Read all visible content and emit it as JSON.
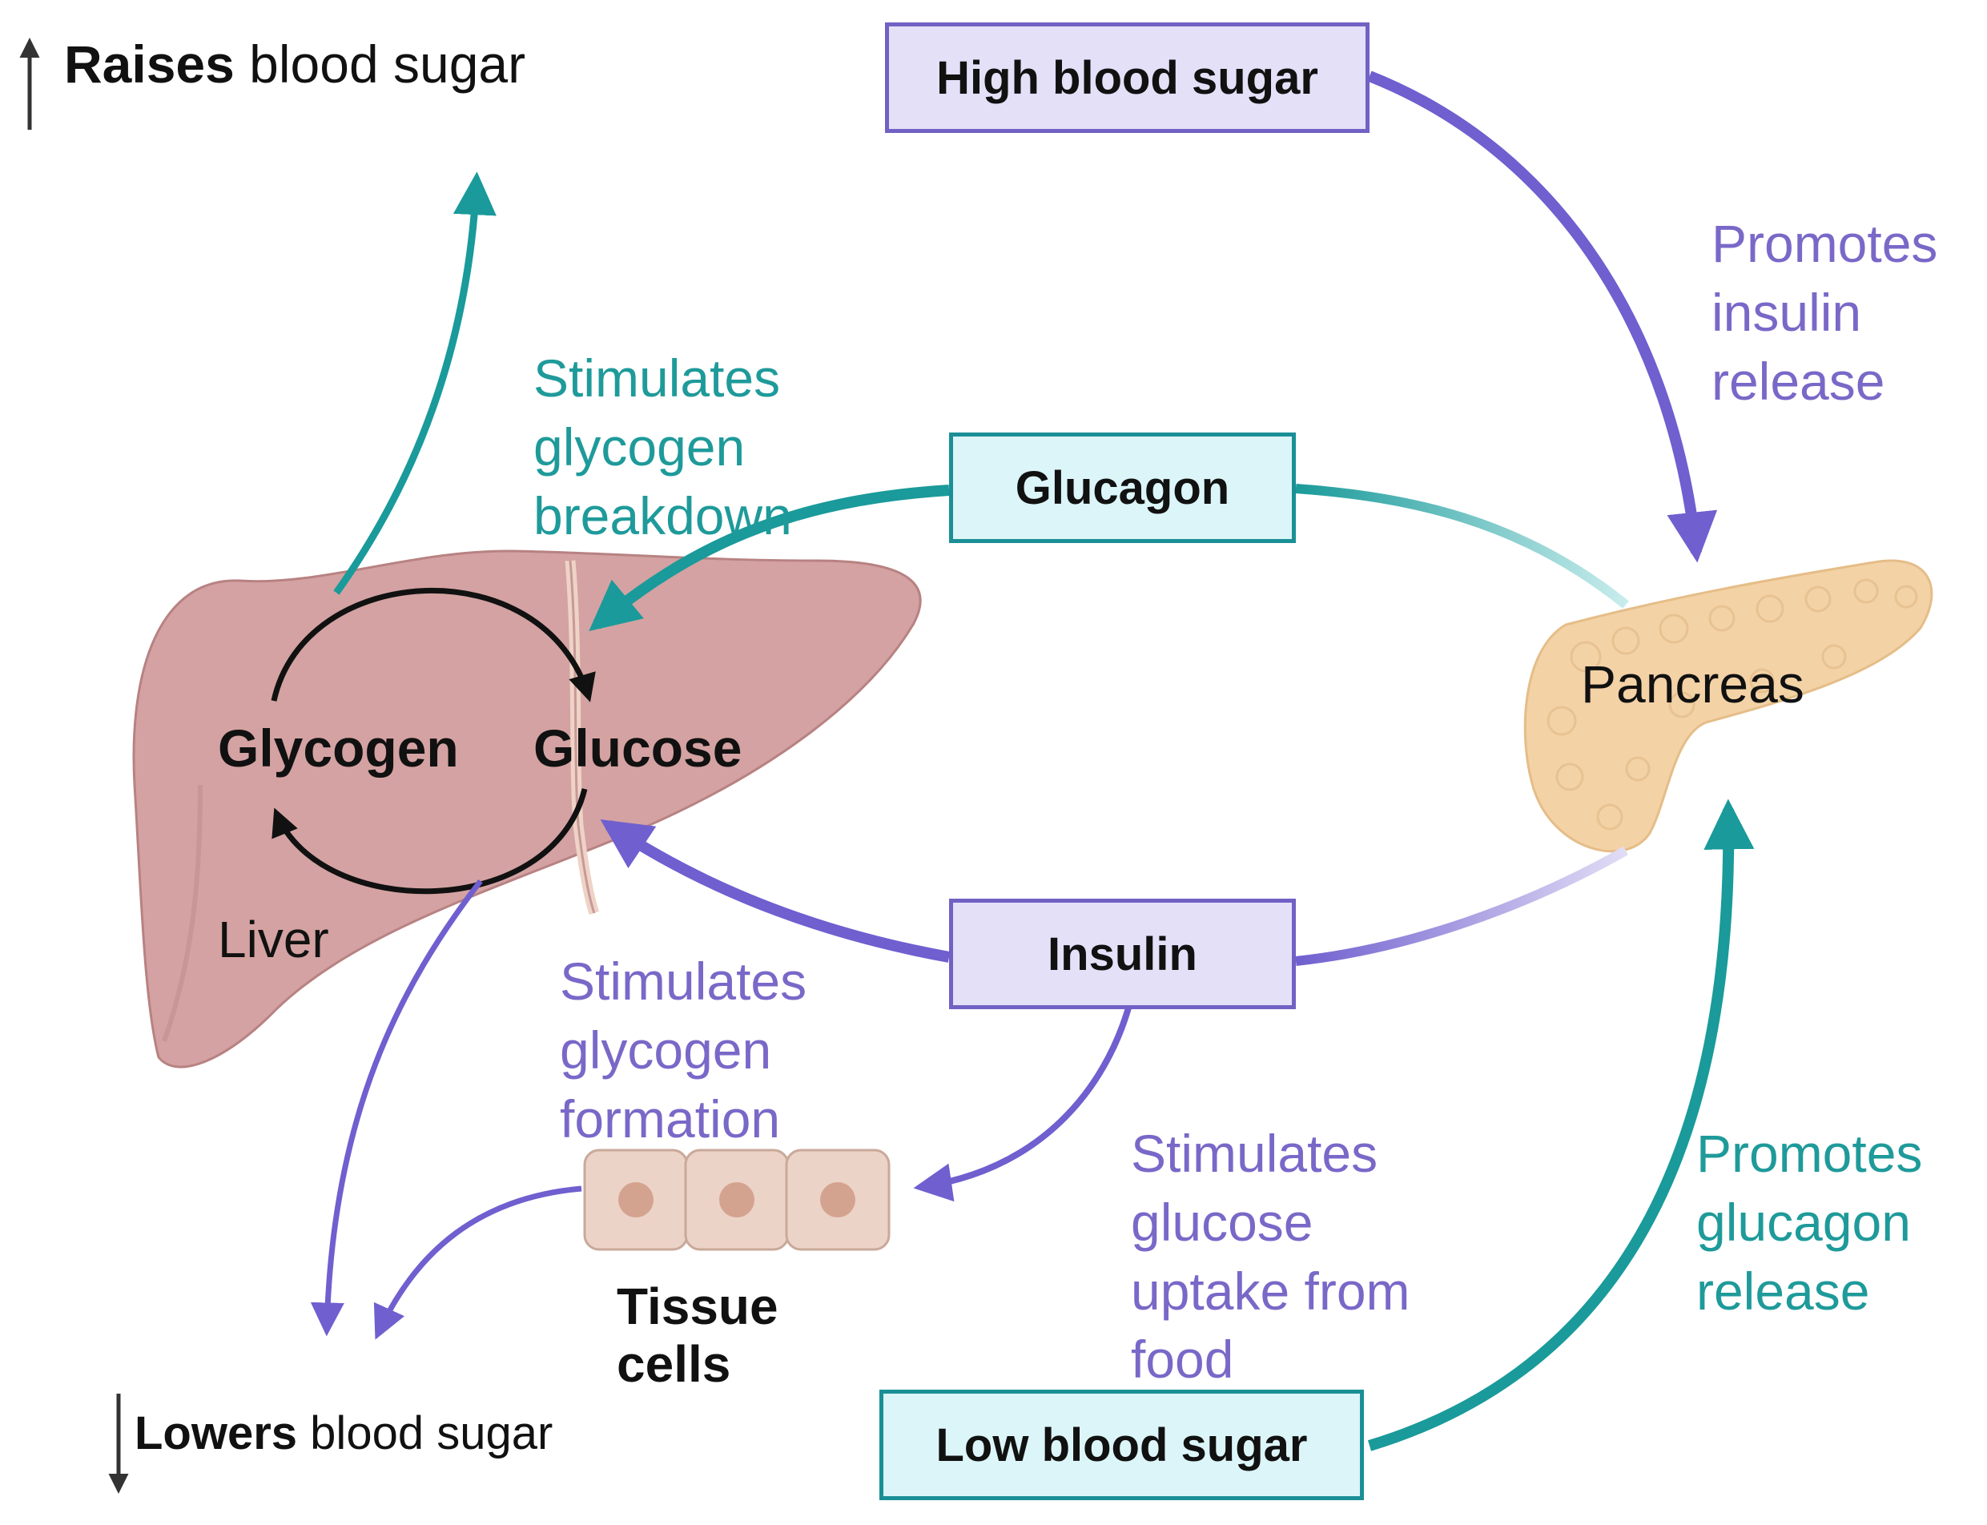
{
  "colors": {
    "purple": "#6f5fcf",
    "purple_text": "#7a68c8",
    "teal": "#1a9a9a",
    "teal_text": "#1f9a9a",
    "liver": "#d4a2a2",
    "pancreas": "#f3d2a6",
    "cells": "#ecd3c8"
  },
  "legend": {
    "raises_bold": "Raises",
    "raises_rest": " blood sugar",
    "lowers_bold": "Lowers",
    "lowers_rest": " blood sugar"
  },
  "boxes": {
    "high": "High blood sugar",
    "glucagon": "Glucagon",
    "insulin": "Insulin",
    "low": "Low blood sugar"
  },
  "organs": {
    "liver": "Liver",
    "pancreas": "Pancreas",
    "tissue_line1": "Tissue",
    "tissue_line2": "cells",
    "glycogen": "Glycogen",
    "glucose": "Glucose"
  },
  "annotations": {
    "promotes_insulin": [
      "Promotes",
      "insulin",
      "release"
    ],
    "stim_breakdown": [
      "Stimulates",
      "glycogen",
      "breakdown"
    ],
    "stim_formation": [
      "Stimulates",
      "glycogen",
      "formation"
    ],
    "stim_uptake": [
      "Stimulates",
      "glucose",
      "uptake from",
      "food"
    ],
    "promotes_glucagon": [
      "Promotes",
      "glucagon",
      "release"
    ]
  }
}
